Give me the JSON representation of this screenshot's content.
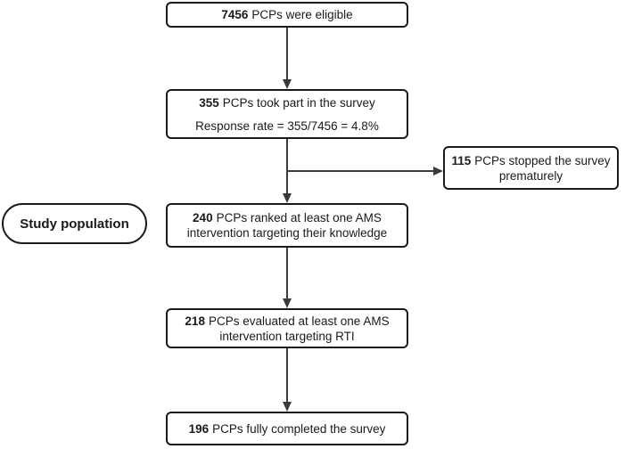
{
  "diagram": {
    "boxes": {
      "eligible": {
        "number": "7456",
        "text": "PCPs were eligible"
      },
      "took_part": {
        "number": "355",
        "text": "PCPs took part in the survey",
        "response_rate": "Response rate = 355/7456 = 4.8%"
      },
      "stopped": {
        "number": "115",
        "text": "PCPs stopped the survey prematurely"
      },
      "ranked": {
        "number": "240",
        "text": "PCPs ranked at least one AMS intervention targeting their knowledge"
      },
      "evaluated": {
        "number": "218",
        "text": "PCPs evaluated at least one AMS intervention targeting RTI"
      },
      "completed": {
        "number": "196",
        "text": "PCPs fully completed the survey"
      }
    },
    "annotation": {
      "study_population": "Study population"
    },
    "colors": {
      "box_border": "#1a1a1a",
      "arrow": "#3b3b3b",
      "background": "#ffffff",
      "text": "#1a1a1a"
    }
  }
}
